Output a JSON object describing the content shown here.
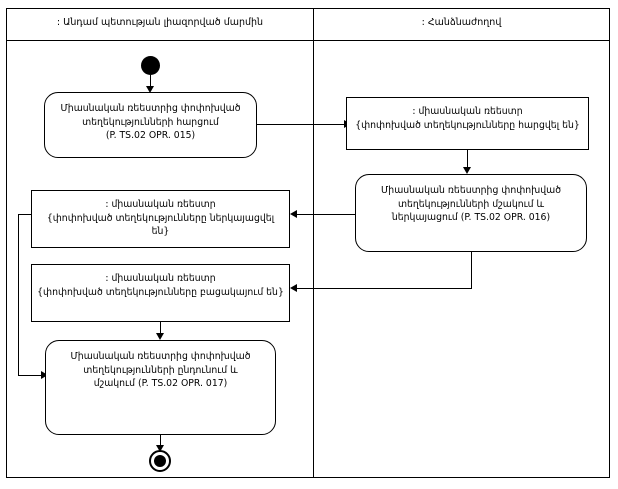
{
  "diagram": {
    "type": "uml-activity-diagram",
    "swimlanes": [
      {
        "id": "left",
        "title": ": Անդամ պետության լիազորված մարմին"
      },
      {
        "id": "right",
        "title": ": Հանձնաժողով"
      }
    ],
    "nodes": {
      "initial": {
        "kind": "initial-node",
        "lane": "left"
      },
      "final": {
        "kind": "final-node",
        "lane": "left"
      },
      "act_opr015": {
        "kind": "activity",
        "lane": "left",
        "line1": "Միասնական ռեեստրից փոփոխված",
        "line2": "տեղեկությունների հարցում",
        "line3": "(P. TS.02 OPR. 015)"
      },
      "obj_requested": {
        "kind": "object",
        "lane": "right",
        "line1": ": միասնական ռեեստր",
        "line2": "{փոփոխված տեղեկությունները հարցվել են}"
      },
      "act_opr016": {
        "kind": "activity",
        "lane": "right",
        "line1": "Միասնական ռեեստրից փոփոխված",
        "line2": "տեղեկությունների մշակում և",
        "line3": "ներկայացում (P. TS.02 OPR. 016)"
      },
      "obj_presented": {
        "kind": "object",
        "lane": "left",
        "line1": ": միասնական ռեեստր",
        "line2": "{փոփոխված տեղեկությունները ներկայացվել են}"
      },
      "obj_absent": {
        "kind": "object",
        "lane": "left",
        "line1": ": միասնական ռեեստր",
        "line2": "{փոփոխված տեղեկությունները բացակայում են}"
      },
      "act_opr017": {
        "kind": "activity",
        "lane": "left",
        "line1": "Միասնական ռեեստրից փոփոխված",
        "line2": "տեղեկությունների ընդունում և",
        "line3": "մշակում (P. TS.02 OPR. 017)"
      }
    },
    "edges": [
      {
        "from": "initial",
        "to": "act_opr015"
      },
      {
        "from": "act_opr015",
        "to": "obj_requested"
      },
      {
        "from": "obj_requested",
        "to": "act_opr016"
      },
      {
        "from": "act_opr016",
        "to": "obj_presented"
      },
      {
        "from": "act_opr016",
        "to": "obj_absent"
      },
      {
        "from": "obj_presented",
        "to": "act_opr017"
      },
      {
        "from": "obj_absent",
        "to": "act_opr017"
      },
      {
        "from": "act_opr017",
        "to": "final"
      }
    ],
    "colors": {
      "stroke": "#000000",
      "fill": "#ffffff"
    }
  }
}
